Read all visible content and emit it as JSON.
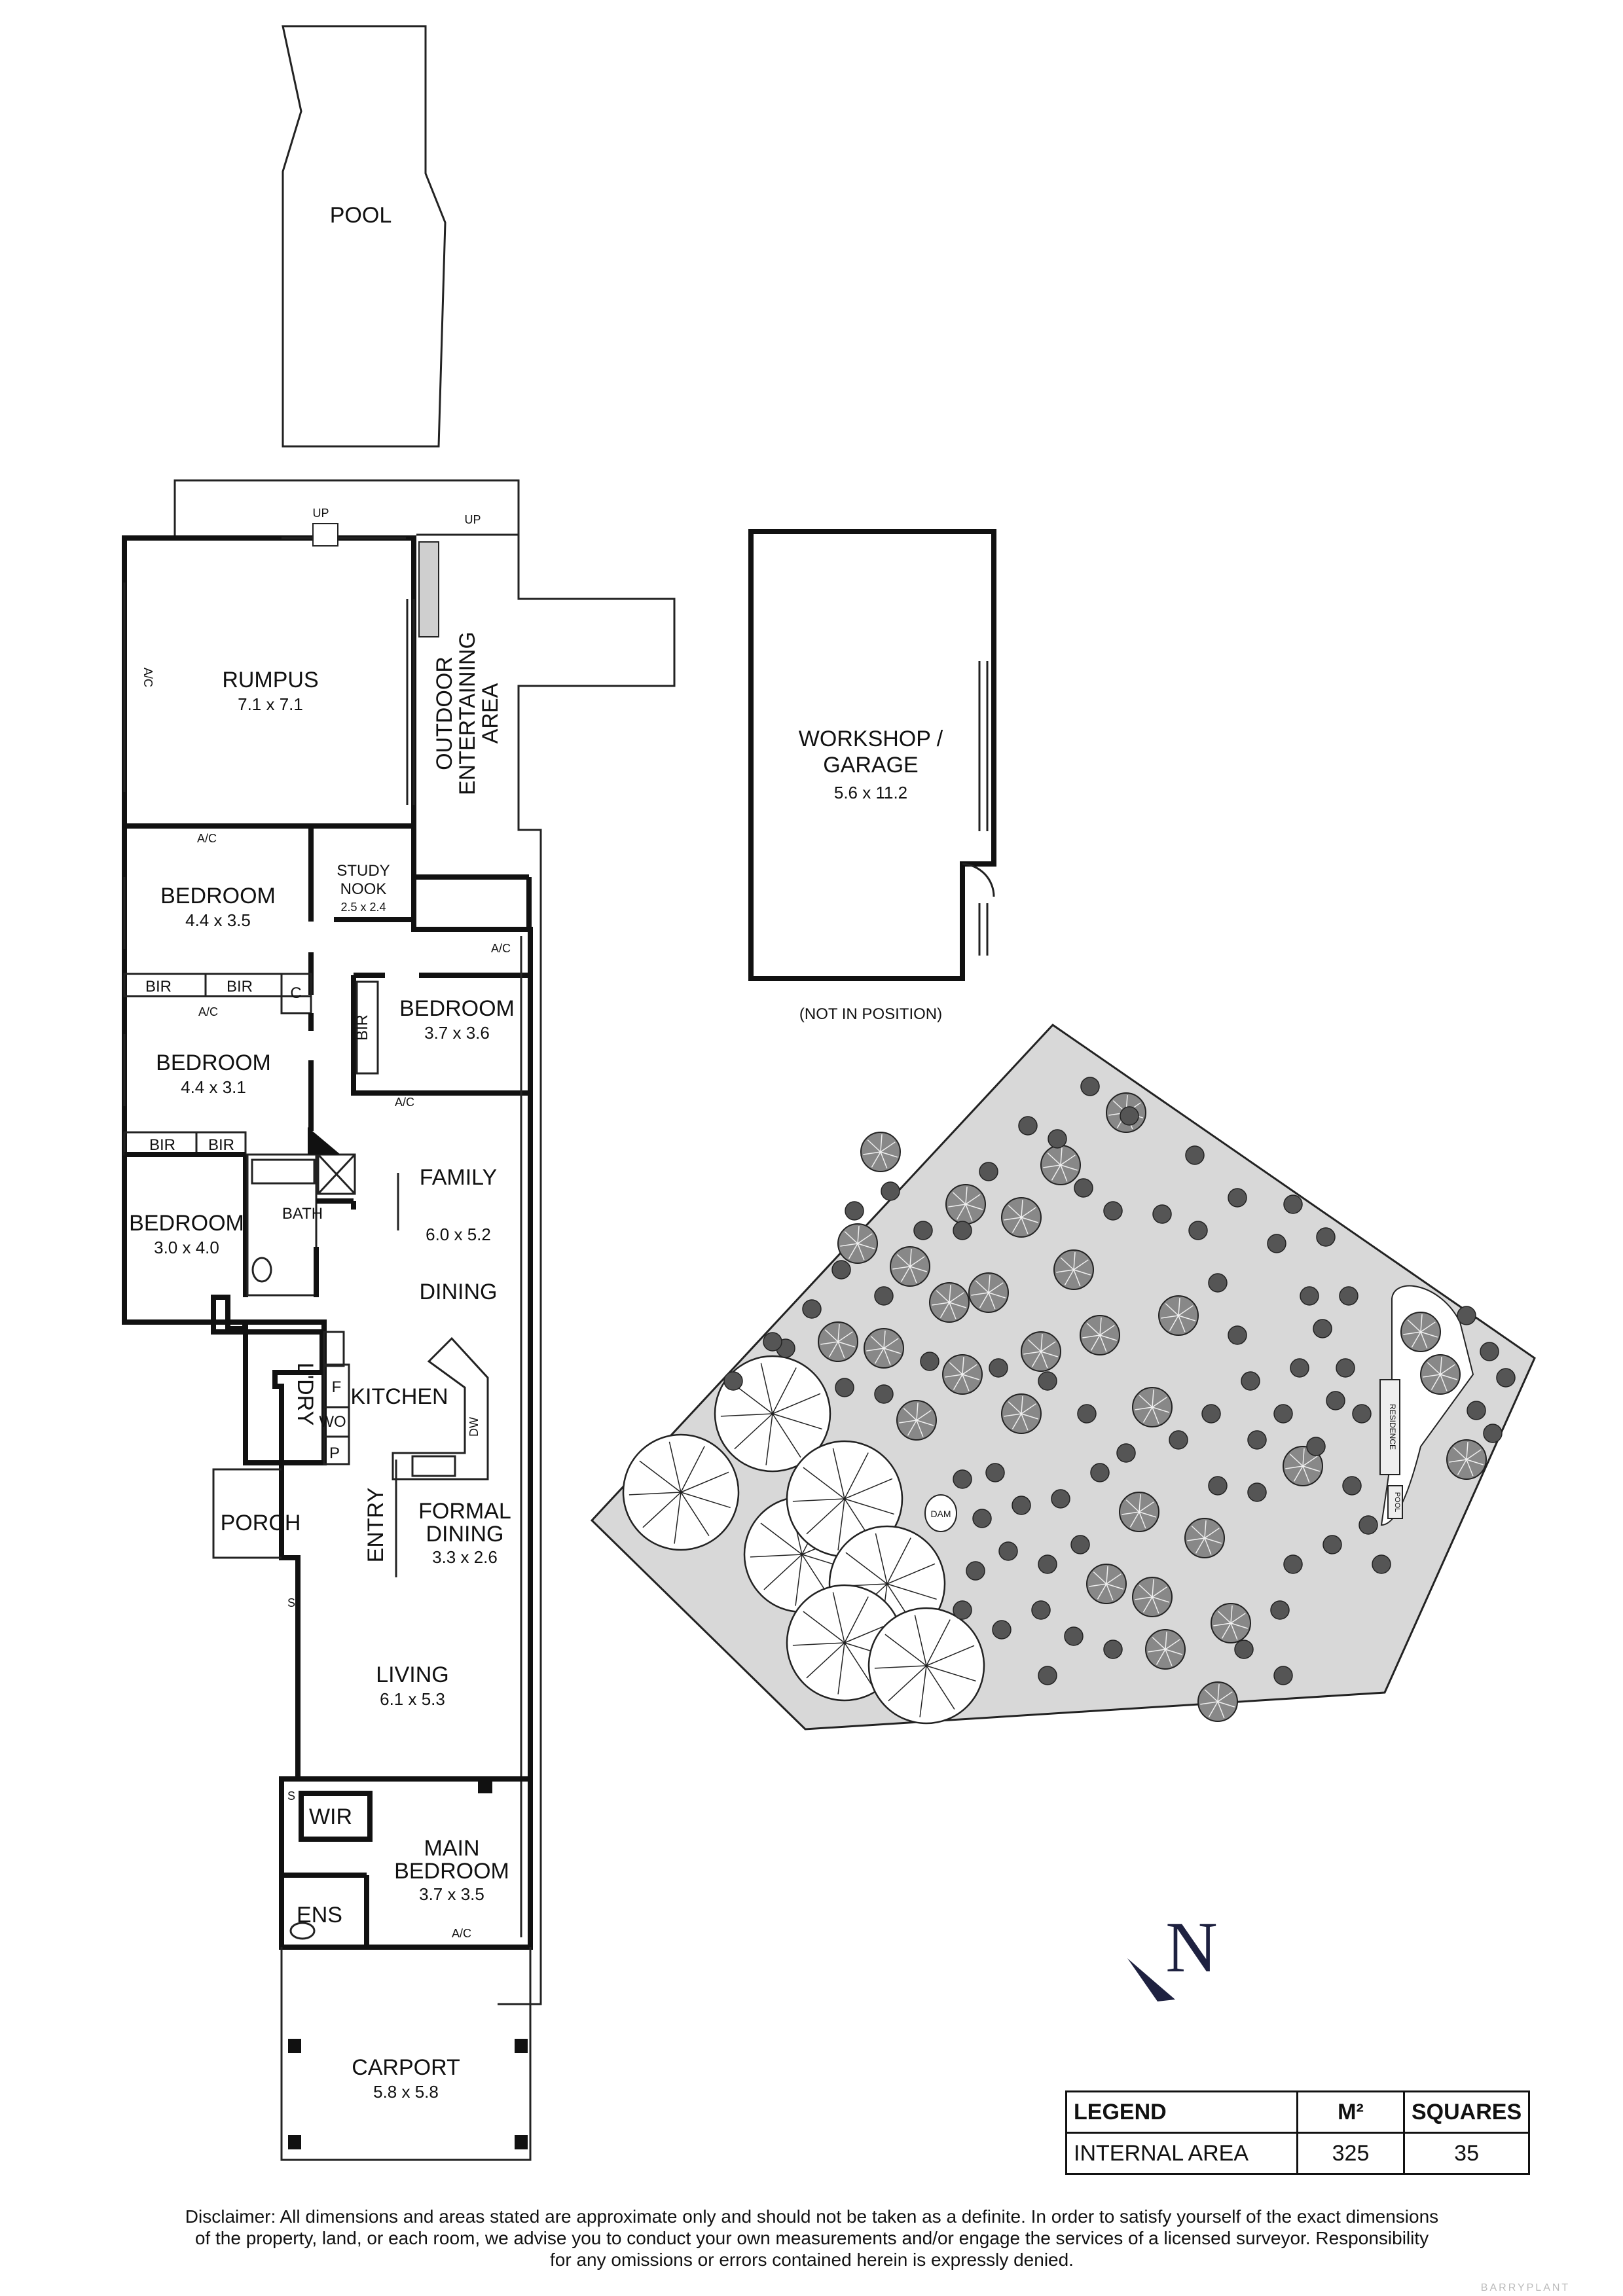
{
  "rooms": {
    "pool": {
      "name": "POOL"
    },
    "rumpus": {
      "name": "RUMPUS",
      "dims": "7.1 x 7.1"
    },
    "outdoor": {
      "line1": "OUTDOOR",
      "line2": "ENTERTAINING",
      "line3": "AREA"
    },
    "workshop": {
      "line1": "WORKSHOP /",
      "line2": "GARAGE",
      "dims": "5.6 x 11.2",
      "note": "(NOT IN POSITION)"
    },
    "bedroom1": {
      "name": "BEDROOM",
      "dims": "4.4 x 3.5"
    },
    "study": {
      "line1": "STUDY",
      "line2": "NOOK",
      "dims": "2.5 x 2.4"
    },
    "bedroom2": {
      "name": "BEDROOM",
      "dims": "4.4 x 3.1"
    },
    "bedroom3": {
      "name": "BEDROOM",
      "dims": "3.7 x 3.6"
    },
    "bedroom4": {
      "name": "BEDROOM",
      "dims": "3.0 x 4.0"
    },
    "bath": {
      "name": "BATH"
    },
    "family": {
      "name": "FAMILY",
      "dims": "6.0 x 5.2"
    },
    "dining": {
      "name": "DINING"
    },
    "kitchen": {
      "name": "KITCHEN"
    },
    "laundry": {
      "name": "L'DRY"
    },
    "porch": {
      "name": "PORCH"
    },
    "entry": {
      "name": "ENTRY"
    },
    "formal_dining": {
      "line1": "FORMAL",
      "line2": "DINING",
      "dims": "3.3 x 2.6"
    },
    "living": {
      "name": "LIVING",
      "dims": "6.1 x 5.3"
    },
    "wir": {
      "name": "WIR"
    },
    "main_bedroom": {
      "line1": "MAIN",
      "line2": "BEDROOM",
      "dims": "3.7 x 3.5"
    },
    "ens": {
      "name": "ENS"
    },
    "carport": {
      "name": "CARPORT",
      "dims": "5.8 x 5.8"
    }
  },
  "fixtures": {
    "up": "UP",
    "ac": "A/C",
    "bir": "BIR",
    "cupboard": "C",
    "fridge": "F",
    "wall_oven": "WO",
    "pantry": "P",
    "dishwasher": "DW",
    "stair": "S"
  },
  "site": {
    "dam": "DAM",
    "residence": "RESIDENCE",
    "pool": "POOL"
  },
  "compass": {
    "letter": "N"
  },
  "legend": {
    "headers": [
      "LEGEND",
      "M²",
      "SQUARES"
    ],
    "rows": [
      {
        "label": "INTERNAL AREA",
        "m2": "325",
        "squares": "35"
      }
    ]
  },
  "disclaimer": {
    "line1": "Disclaimer: All dimensions and areas stated are approximate only and should not be taken as a definite. In order to satisfy yourself of the exact dimensions",
    "line2": "of the property, land, or each room, we advise you to conduct your own measurements and/or engage the services of a licensed surveyor. Responsibility",
    "line3": "for any omissions or errors contained herein is expressly denied."
  },
  "watermark": "BARRYPLANT"
}
